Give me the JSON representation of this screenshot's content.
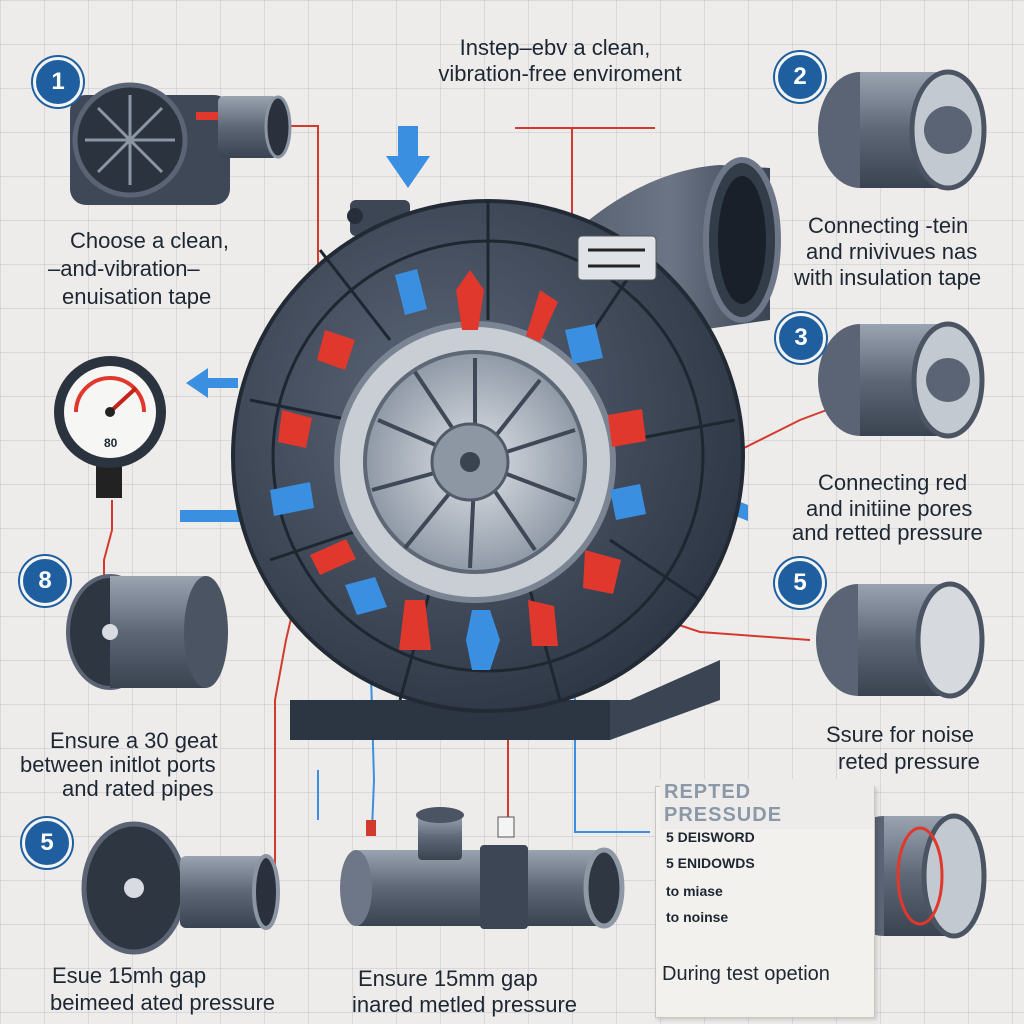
{
  "title": {
    "line1": "Instep–ebv a clean,",
    "line2": "vibration-free enviroment"
  },
  "badges": [
    "1",
    "2",
    "3",
    "8",
    "5",
    "5"
  ],
  "labels": {
    "step1": [
      "Choose a clean,",
      "–and-vibration–",
      "enuisation tape"
    ],
    "step2": [
      "Connecting -tein",
      "and rnivivues nas",
      "with insulation tape"
    ],
    "step3": [
      "Connecting red",
      "and initiine pores",
      "and retted pressure"
    ],
    "step5r": [
      "Ssure for noise",
      "reted pressure"
    ],
    "step8": [
      "Ensure a 30 geat",
      "between initlot ports",
      "and rated pipes"
    ],
    "step5l": [
      "Esue 15mh gap",
      "beimeed ated pressure"
    ],
    "center": [
      "Ensure 15mm gap",
      "inared metled pressure"
    ]
  },
  "gauge": {
    "label": "80"
  },
  "panel": {
    "title": "REPTED PRESSUDE",
    "lines": [
      "5 DEISWORD",
      "5 ENIDOWDS",
      "to miase",
      "to noinse"
    ],
    "footer": "During test opetion"
  },
  "colors": {
    "badge": "#1f5f9f",
    "hot": "#e0382c",
    "cold": "#3a8fe0",
    "metal": "#4a5463"
  }
}
